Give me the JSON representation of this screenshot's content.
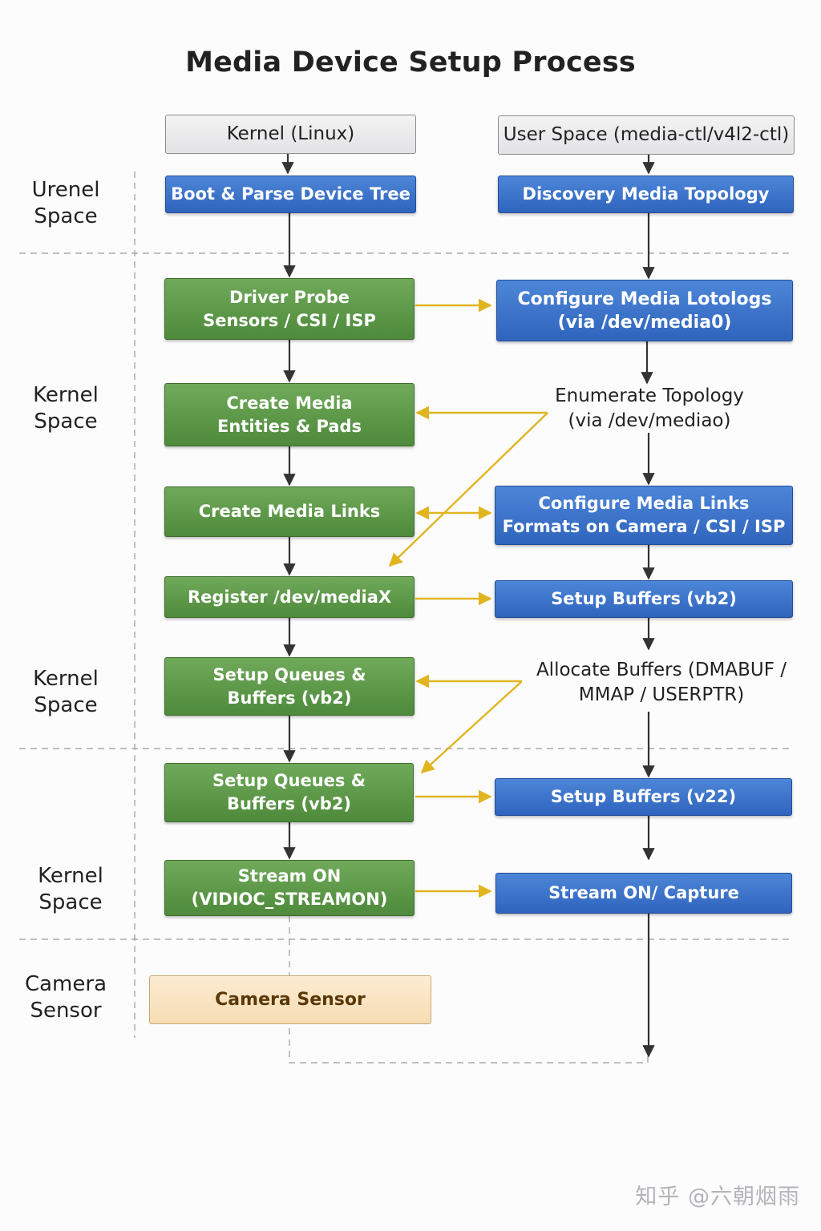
{
  "title": "Media Device Setup Process",
  "colors": {
    "kernel_step": "#5a9646",
    "user_step": "#3a72c9",
    "sensor": "#f9e3c1",
    "cross_arrow": "#e0b520",
    "flow_arrow": "#333333"
  },
  "lanes": [
    {
      "label": "Urenel\nSpace"
    },
    {
      "label": "Kernel\nSpace"
    },
    {
      "label": "Kernel\nSpace"
    },
    {
      "label": "Kernel\nSpace"
    },
    {
      "label": "Camera\nSensor"
    }
  ],
  "columns": {
    "kernel_header": "Kernel (Linux)",
    "user_header": "User Space (media-ctl/v4l2-ctl)"
  },
  "kernel_steps": [
    {
      "label": "Boot & Parse Device Tree"
    },
    {
      "label": "Driver Probe\nSensors / CSI / ISP"
    },
    {
      "label": "Create Media\nEntities & Pads"
    },
    {
      "label": "Create Media Links"
    },
    {
      "label": "Register /dev/mediaX"
    },
    {
      "label": "Setup Queues &\nBuffers (vb2)"
    },
    {
      "label": "Setup Queues &\nBuffers (vb2)"
    },
    {
      "label": "Stream ON\n(VIDIOC_STREAMON)"
    }
  ],
  "user_steps": [
    {
      "label": "Discovery Media Topology"
    },
    {
      "label": "Configure Media Lotologs\n(via /dev/media0)"
    },
    {
      "label": "Enumerate Topology\n(via /dev/mediao)"
    },
    {
      "label": "Configure Media Links\nFormats on Camera / CSI / ISP"
    },
    {
      "label": "Setup Buffers (vb2)"
    },
    {
      "label": "Allocate Buffers (DMABUF /\nMMAP / USERPTR)"
    },
    {
      "label": "Setup Buffers (v22)"
    },
    {
      "label": "Stream ON/ Capture"
    }
  ],
  "sensor": {
    "label": "Camera Sensor"
  },
  "watermark": "知乎 @六朝烟雨"
}
